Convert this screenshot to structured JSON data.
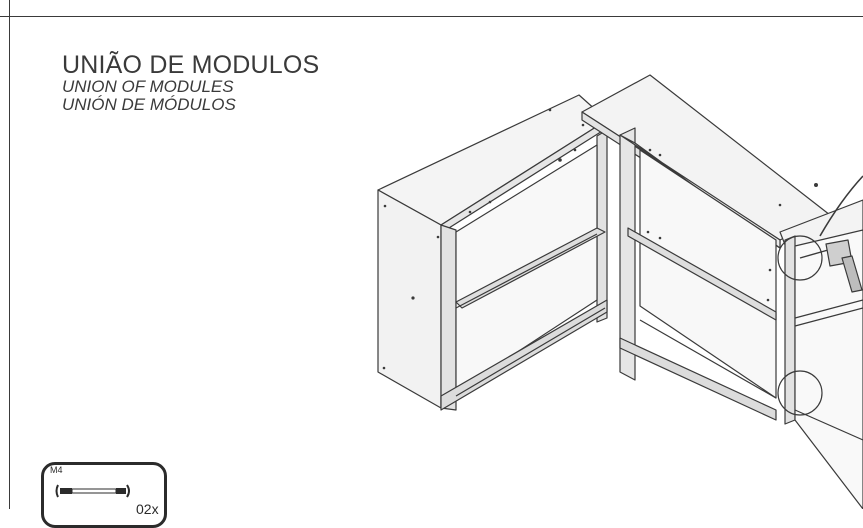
{
  "header": {
    "title": "UNIÃO DE MODULOS",
    "subtitle_en": "UNION OF MODULES",
    "subtitle_es": "UNIÓN DE MÓDULOS"
  },
  "hardware": {
    "code": "M4",
    "quantity": "02x",
    "icon": "screw-icon"
  },
  "illustration": {
    "icons": [
      "cabinet-left",
      "cabinet-corner",
      "cabinet-right",
      "drill-icon",
      "detail-circle"
    ]
  },
  "colors": {
    "line": "#3a3a3a",
    "panel": "#f2f2f2",
    "panel_dark": "#d9d9d9"
  }
}
